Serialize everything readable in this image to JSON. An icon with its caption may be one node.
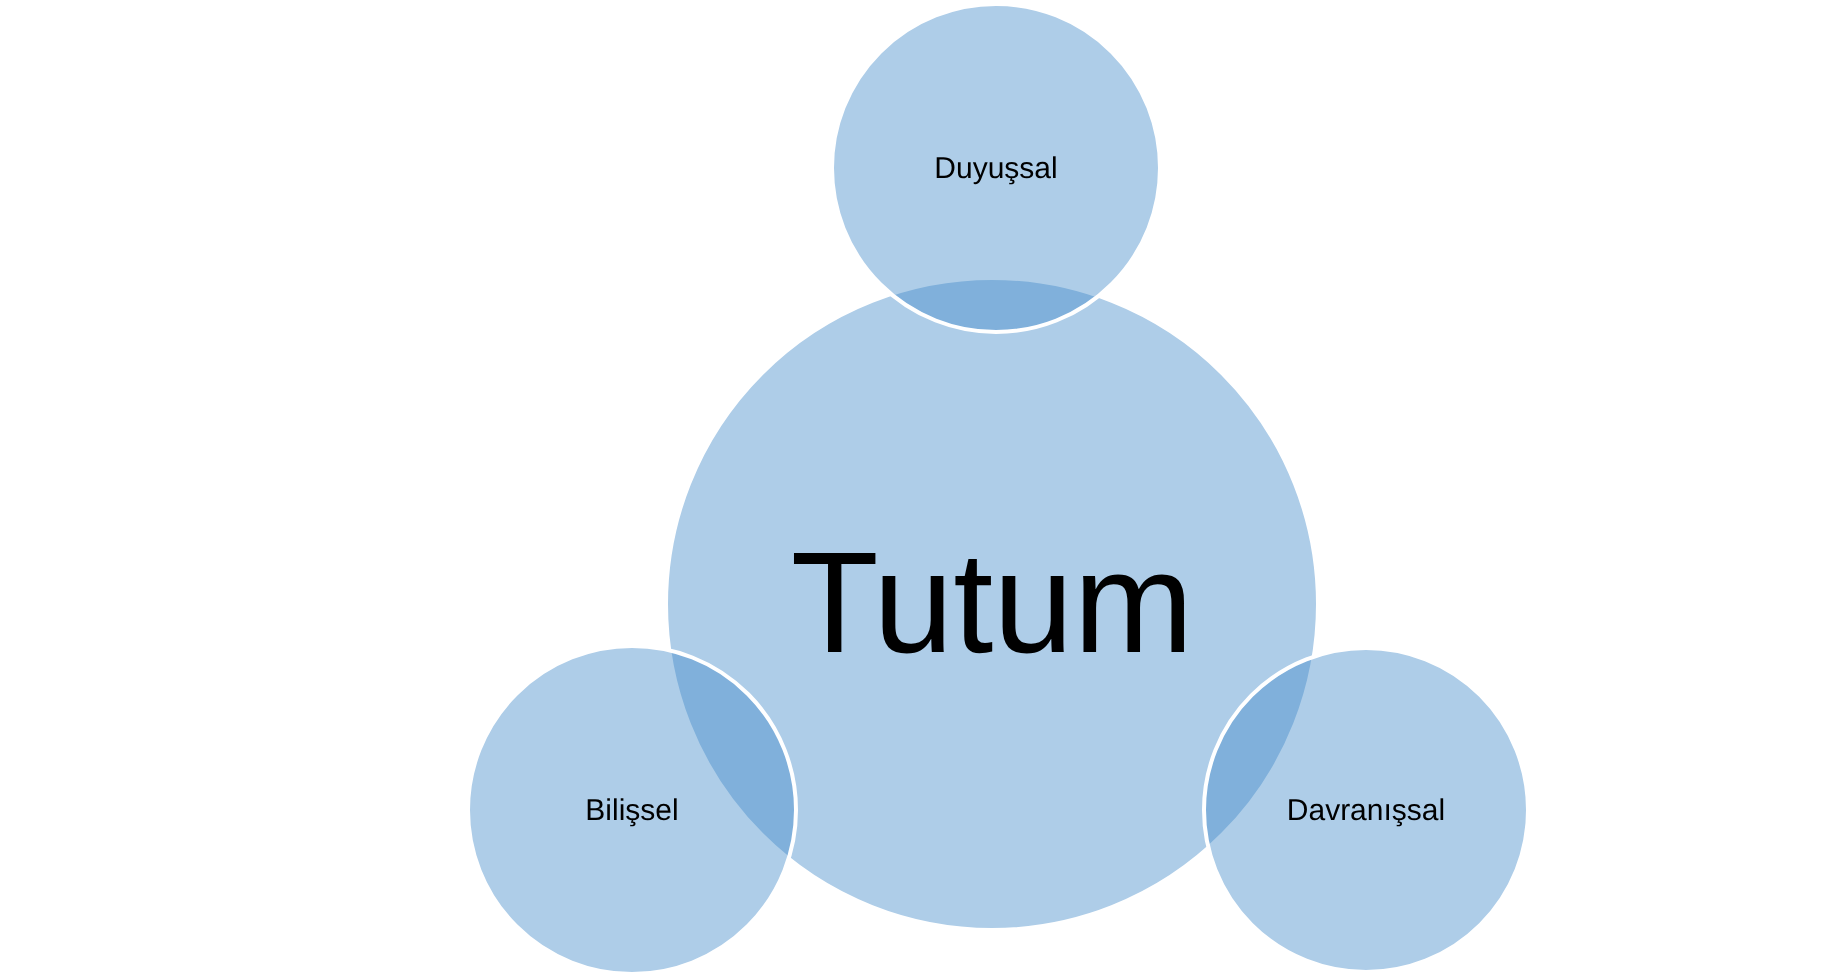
{
  "diagram": {
    "nodes": [
      {
        "text": [
          "Duyuşsal"
        ]
      },
      {
        "text": [
          "Tutum"
        ]
      },
      {
        "text": [
          "Bilişsel"
        ]
      },
      {
        "text": [
          "Davranışsal"
        ]
      }
    ]
  }
}
